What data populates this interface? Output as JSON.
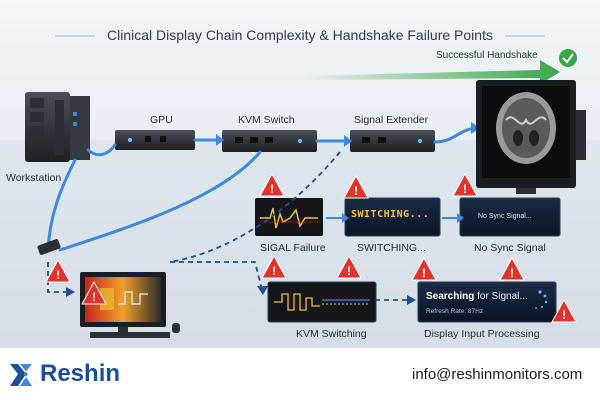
{
  "title": "Clinical Display Chain Complexity & Handshake Failure Points",
  "badge": {
    "label": "Successful Handshake",
    "icon": "check-circle-icon"
  },
  "chain": {
    "gpu": "GPU",
    "kvm": "KVM Switch",
    "extender": "Signal Extender",
    "workstation": "Workstation"
  },
  "failures_row1": [
    {
      "caption": "SIGAL Failure"
    },
    {
      "caption": "SWITCHING...",
      "screen": "SWITCHING..."
    },
    {
      "caption": "No Sync Signal",
      "screen": "No Sync Signal..."
    }
  ],
  "failures_row2": [
    {
      "caption": "KVM Switching"
    },
    {
      "caption": "Display Input Processing",
      "screen_main_prefix": "Searching",
      "screen_main_rest": " for Signal...",
      "screen_sub": "Refresh Rate: 87Hz"
    }
  ],
  "footer": {
    "brand": "Reshin",
    "email": "info@reshinmonitors.com"
  },
  "colors": {
    "accent": "#1d4e9b",
    "cable": "#3f8ae0",
    "warning": "#e0342b",
    "success": "#3aa64a",
    "screen_text": "#f4c23a"
  }
}
